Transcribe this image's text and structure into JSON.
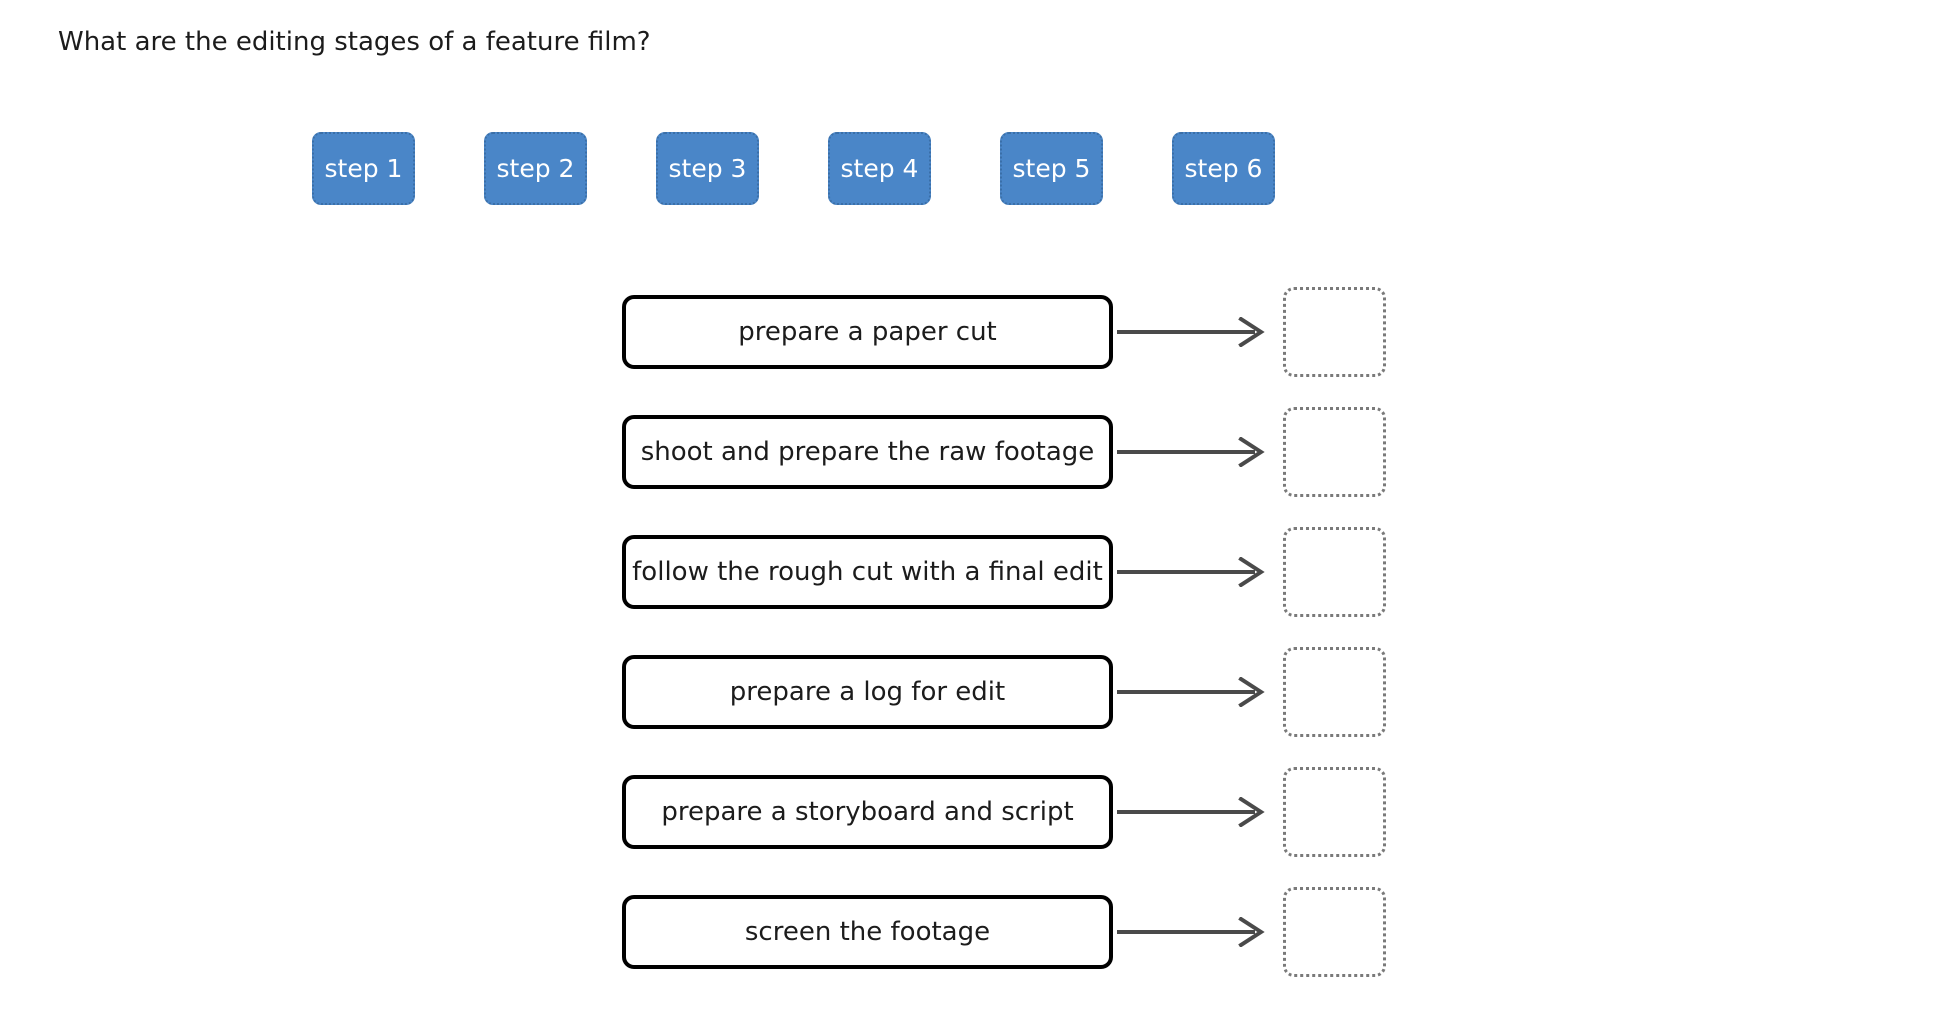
{
  "question": {
    "title": "What are the editing stages of a feature film?"
  },
  "colors": {
    "chip_background": "#4a86c8",
    "chip_border": "#3a6fa8",
    "chip_text": "#ffffff",
    "item_border": "#000000",
    "arrow": "#4a4a4a",
    "drop_border": "#7a7a7a",
    "page_background": "#ffffff",
    "text": "#1c1c1c"
  },
  "chips": [
    {
      "label": "step 1"
    },
    {
      "label": "step 2"
    },
    {
      "label": "step 3"
    },
    {
      "label": "step 4"
    },
    {
      "label": "step 5"
    },
    {
      "label": "step 6"
    }
  ],
  "rows": [
    {
      "item": "prepare a paper cut",
      "answer": "",
      "arrow_icon": "arrow-right-icon"
    },
    {
      "item": "shoot and prepare the raw footage",
      "answer": "",
      "arrow_icon": "arrow-right-icon"
    },
    {
      "item": "follow the rough cut with a final edit",
      "answer": "",
      "arrow_icon": "arrow-right-icon"
    },
    {
      "item": "prepare a log for edit",
      "answer": "",
      "arrow_icon": "arrow-right-icon"
    },
    {
      "item": "prepare a storyboard and script",
      "answer": "",
      "arrow_icon": "arrow-right-icon"
    },
    {
      "item": "screen the footage",
      "answer": "",
      "arrow_icon": "arrow-right-icon"
    }
  ]
}
